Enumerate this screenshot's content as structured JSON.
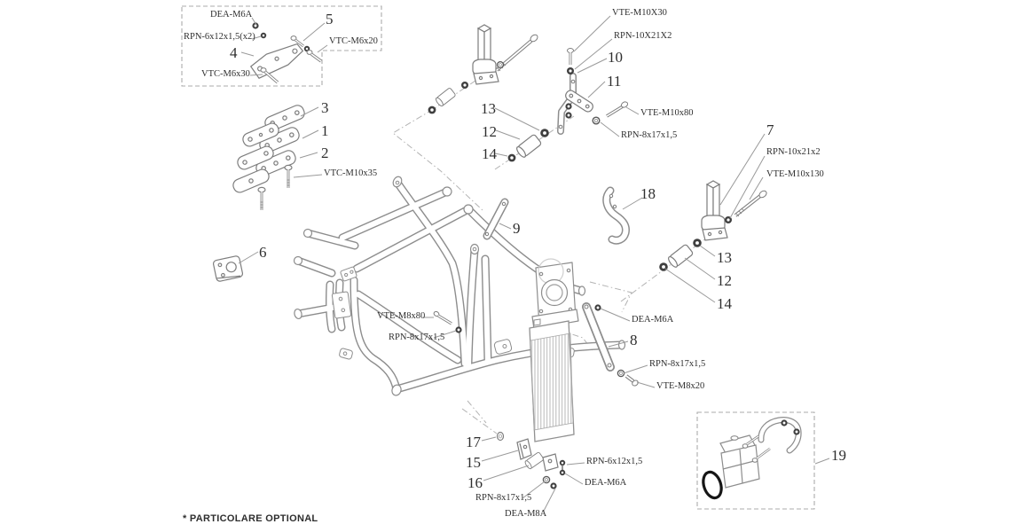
{
  "diagram": {
    "footnote": "* PARTICOLARE OPTIONAL",
    "colors": {
      "artwork_line": "#8d8d8d",
      "label_text": "#2e2e2e",
      "dark_fastener": "#3f3f3f",
      "o_ring": "#161616"
    },
    "labels": {
      "n1": "1",
      "n2": "2",
      "n3": "3",
      "n4": "4",
      "n5": "5",
      "n6": "6",
      "n7": "7",
      "n8": "8",
      "n9": "9",
      "n10": "10",
      "n11": "11",
      "n12_left": "12",
      "n13_left": "13",
      "n14_left": "14",
      "n12_right": "12",
      "n13_right": "13",
      "n14_right": "14",
      "n15": "15",
      "n16": "16",
      "n17": "17",
      "n18": "18",
      "n19": "19",
      "dea_m6a_1": "DEA-M6A",
      "dea_m6a_2": "DEA-M6A",
      "dea_m6a_3": "DEA-M6A",
      "dea_m8a": "DEA-M8A",
      "rpn_6x12_x2": "RPN-6x12x1,5(x2)",
      "rpn_6x12_bottom": "RPN-6x12x1,5",
      "rpn_8x17_topright": "RPN-8x17x1,5",
      "rpn_8x17_strut": "RPN-8x17x1,5",
      "rpn_8x17_mid": "RPN-8x17x1,5",
      "rpn_8x17_bottom": "RPN-8x17x1,5",
      "rpn_10x21x2_top": "RPN-10X21X2",
      "rpn_10x21x2_right": "RPN-10x21x2",
      "vtc_m6x20": "VTC-M6x20",
      "vtc_m6x30": "VTC-M6x30",
      "vtc_m10x35": "VTC-M10x35",
      "vte_m10x30": "VTE-M10X30",
      "vte_m10x80": "VTE-M10x80",
      "vte_m10x130": "VTE-M10x130",
      "vte_m8x80": "VTE-M8x80",
      "vte_m8x20": "VTE-M8x20"
    }
  }
}
